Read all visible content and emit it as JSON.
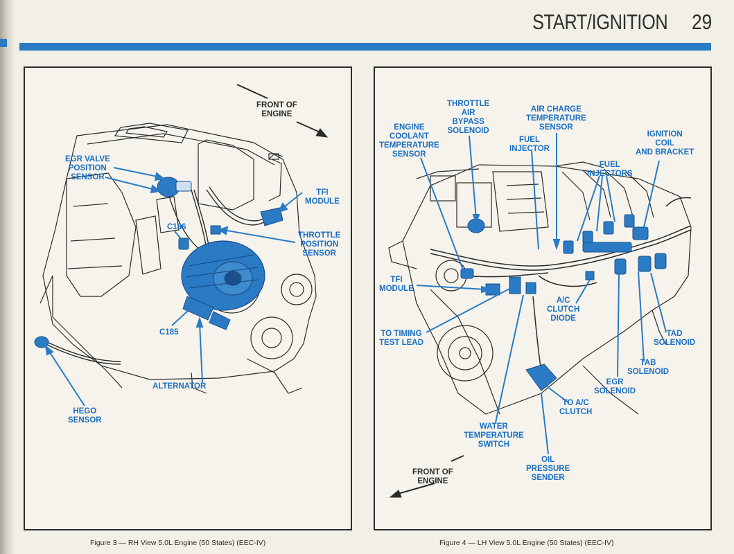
{
  "header": {
    "title": "START/IGNITION",
    "page_number": "29"
  },
  "figure3": {
    "caption": "Figure 3 — RH View 5.0L Engine (50 States) (EEC-IV)",
    "labels": {
      "front_of_engine": "FRONT OF\nENGINE",
      "egr_valve_position_sensor": "EGR VALVE\nPOSITION\nSENSOR",
      "tfi_module": "TFI\nMODULE",
      "c186": "C186",
      "throttle_position_sensor": "THROTTLE\nPOSITION\nSENSOR",
      "c185": "C185",
      "alternator": "ALTERNATOR",
      "hego_sensor": "HEGO\nSENSOR"
    }
  },
  "figure4": {
    "caption": "Figure 4 — LH View 5.0L Engine (50 States) (EEC-IV)",
    "labels": {
      "engine_coolant_temperature_sensor": "ENGINE\nCOOLANT\nTEMPERATURE\nSENSOR",
      "throttle_air_bypass_solenoid": "THROTTLE\nAIR\nBYPASS\nSOLENOID",
      "air_charge_temperature_sensor": "AIR CHARGE\nTEMPERATURE\nSENSOR",
      "fuel_injector": "FUEL\nINJECTOR",
      "ignition_coil_and_bracket": "IGNITION\nCOIL\nAND BRACKET",
      "fuel_injectors": "FUEL\nINJECTORS",
      "tfi_module": "TFI\nMODULE",
      "ac_clutch_diode": "A/C\nCLUTCH\nDIODE",
      "to_timing_test_lead": "TO TIMING\nTEST LEAD",
      "tad_solenoid": "TAD\nSOLENOID",
      "tab_solenoid": "TAB\nSOLENOID",
      "egr_solenoid": "EGR\nSOLENOID",
      "to_ac_clutch": "TO A/C\nCLUTCH",
      "water_temperature_switch": "WATER\nTEMPERATURE\nSWITCH",
      "oil_pressure_sender": "OIL\nPRESSURE\nSENDER",
      "front_of_engine": "FRONT OF\nENGINE"
    }
  },
  "colors": {
    "accent_blue": "#2a7bc4",
    "label_blue": "#1b6fc4",
    "line_dark": "#2b2b2b"
  }
}
